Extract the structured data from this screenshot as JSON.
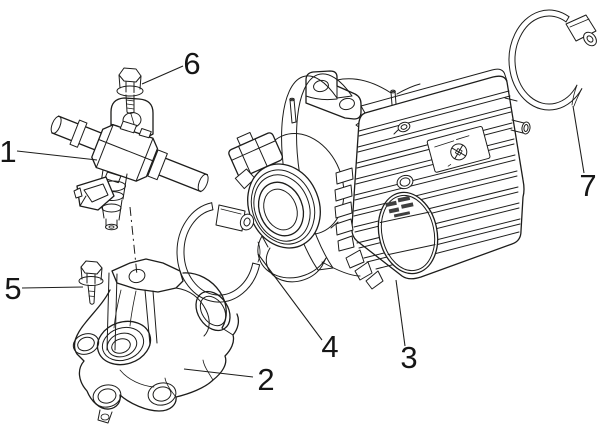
{
  "diagram": {
    "background": "#ffffff",
    "line_color": "#1d1d1b",
    "text_color": "#161616",
    "emboss_color": "#3f3f3f",
    "callouts": [
      {
        "label": "1"
      },
      {
        "label": "2"
      },
      {
        "label": "3"
      },
      {
        "label": "4"
      },
      {
        "label": "5"
      },
      {
        "label": "6"
      },
      {
        "label": "7"
      }
    ]
  }
}
